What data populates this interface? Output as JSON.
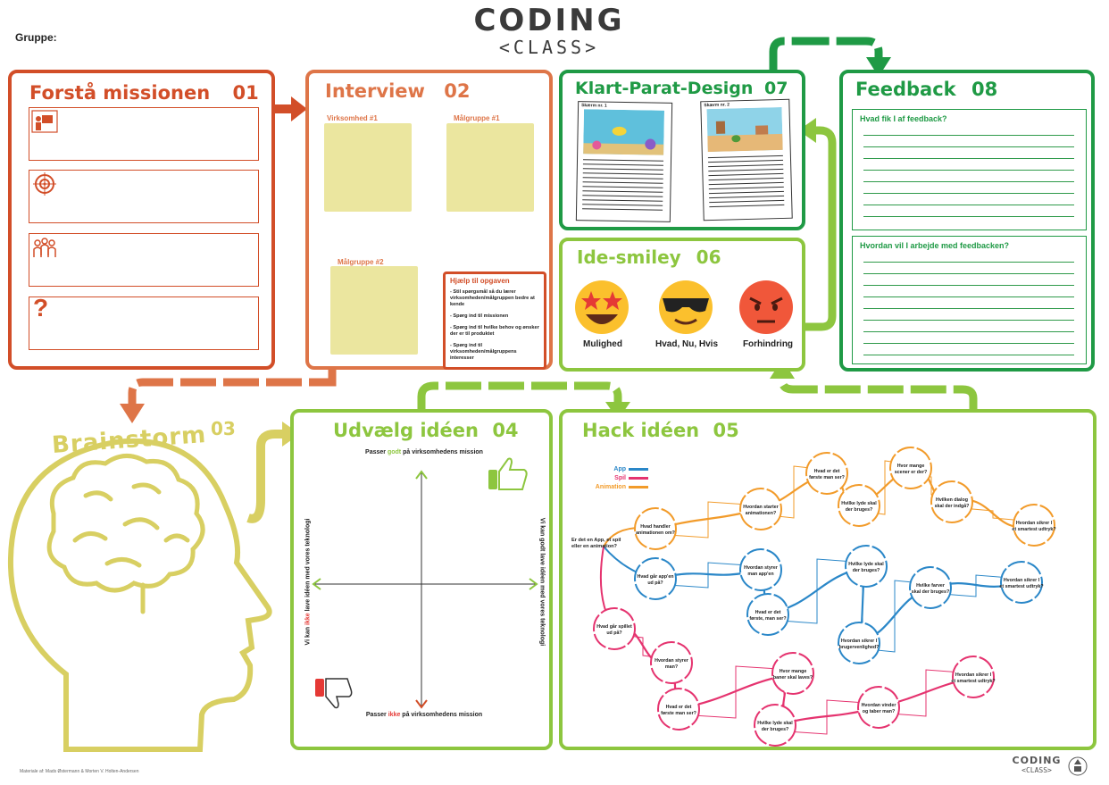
{
  "header": {
    "logo_main": "CODING",
    "logo_sub": "<CLASS>",
    "gruppe_label": "Gruppe:"
  },
  "colors": {
    "red": "#d24e28",
    "orange": "#de7548",
    "green_dark": "#1f9a45",
    "green_light": "#8dc63f",
    "yellow": "#d8cf62",
    "yellow_fill": "#ebe69f",
    "app_blue": "#2a87c8",
    "spil_red": "#e5336f",
    "anim_orange": "#f29b2a"
  },
  "box01": {
    "title": "Forstå missionen",
    "number": "01",
    "rows": [
      {
        "icon": "presenter-icon"
      },
      {
        "icon": "target-icon"
      },
      {
        "icon": "people-icon"
      },
      {
        "icon": "question-icon"
      }
    ]
  },
  "box02": {
    "title": "Interview",
    "number": "02",
    "virksomhed": "Virksomhed #1",
    "malgruppe1": "Målgruppe #1",
    "malgruppe2": "Målgruppe #2",
    "help_title": "Hjælp til opgaven",
    "help_items": [
      "- Stil spørgsmål så du lærer virksomheden/målgruppen bedre at kende",
      "- Spørg ind til missionen",
      "- Spørg ind til hvilke behov og ønsker der er til produktet",
      "- Spørg ind til virksomheden/målgruppens interesser"
    ]
  },
  "box03": {
    "title": "Brainstorm",
    "number": "03"
  },
  "box04": {
    "title": "Udvælg idéen",
    "number": "04",
    "top_pre": "Passer ",
    "top_em": "godt",
    "top_post": " på virksomhedens mission",
    "bottom_pre": "Passer ",
    "bottom_em": "ikke",
    "bottom_post": " på virksomhedens mission",
    "left_pre": "Vi kan ",
    "left_em": "ikke",
    "left_post": " lave idéen med vores teknologi",
    "right_text": "Vi kan godt lave idéen med vores teknologi"
  },
  "box05": {
    "title": "Hack idéen",
    "number": "05",
    "legend": [
      "App",
      "Spil",
      "Animation"
    ],
    "start_text": [
      "Er det en App, et spil",
      "eller en animation?"
    ],
    "nodes_orange": [
      [
        "Hvad handler",
        "animationen om?"
      ],
      [
        "Hvordan starter",
        "animationen?"
      ],
      [
        "Hvad er det",
        "første man ser?"
      ],
      [
        "Hvilke lyde skal",
        "der bruges?"
      ],
      [
        "Hvor mange",
        "scener er der?"
      ],
      [
        "Hvilken dialog",
        "skal der indgå?"
      ],
      [
        "Hvordan sikrer I",
        "et smartest udtryk?"
      ]
    ],
    "nodes_blue": [
      [
        "Hvad går app'en",
        "ud på?"
      ],
      [
        "Hvordan styrer",
        "man app'en"
      ],
      [
        "Hvad er det",
        "første, man ser?"
      ],
      [
        "Hvilke lyde skal",
        "der bruges?"
      ],
      [
        "Hvordan sikrer I",
        "brugervenlighed?"
      ],
      [
        "Hvilke farver",
        "skal der bruges?"
      ],
      [
        "Hvordan sikrer I",
        "et smartest udtryk?"
      ]
    ],
    "nodes_red": [
      [
        "Hvad går spillet",
        "ud på?"
      ],
      [
        "Hvordan styrer",
        "man?"
      ],
      [
        "Hvad er det",
        "første man ser?"
      ],
      [
        "Hvor mange",
        "baner skal laves?"
      ],
      [
        "Hvilke lyde skal",
        "der bruges?"
      ],
      [
        "Hvordan vinder",
        "og taber man?"
      ],
      [
        "Hvordan sikrer I",
        "et smartest udtryk?"
      ]
    ]
  },
  "box06": {
    "title": "Ide-smiley",
    "number": "06",
    "smileys": [
      "Mulighed",
      "Hvad, Nu, Hvis",
      "Forhindring"
    ]
  },
  "box07": {
    "title": "Klart-Parat-Design",
    "number": "07",
    "sheet1_label": "Skærm nr. 1",
    "sheet2_label": "Skærm nr. 2"
  },
  "box08": {
    "title": "Feedback",
    "number": "08",
    "q1": "Hvad fik I af feedback?",
    "q2": "Hvordan vil I arbejde med feedbacken?"
  },
  "footer": {
    "credit": "Materiale af: Mads Østermann & Morten V. Holten-Andersen",
    "logo_main": "CODING",
    "logo_sub": "<CLASS>"
  }
}
